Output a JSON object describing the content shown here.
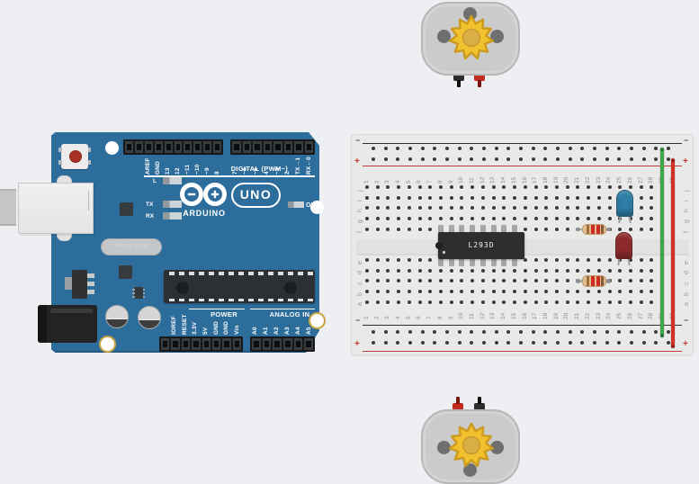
{
  "app": {
    "background": "#edeff3"
  },
  "arduino": {
    "logo_text": "ARDUINO",
    "board_label": "UNO",
    "digital_section_label": "DIGITAL (PWM~)",
    "power_section_label": "POWER",
    "analog_section_label": "ANALOG IN",
    "crystal_label": "SPX16.000G",
    "led_l_label": "L",
    "led_tx_label": "TX",
    "led_rx_label": "RX",
    "led_on_label": "ON",
    "digital_pins_left": [
      "AREF",
      "GND",
      "13",
      "12",
      "~11",
      "~10",
      "~9",
      "8"
    ],
    "digital_pins_right": [
      "7",
      "~6",
      "~5",
      "4",
      "~3",
      "2",
      "TX→1",
      "RX←0"
    ],
    "power_pins": [
      "IOREF",
      "RESET",
      "3.3V",
      "5V",
      "GND",
      "GND",
      "Vin"
    ],
    "analog_pins": [
      "A0",
      "A1",
      "A2",
      "A3",
      "A4",
      "A5"
    ],
    "board_color": "#2d6d9c"
  },
  "breadboard": {
    "column_start": 1,
    "column_count": 30,
    "row_letters_top": [
      "j",
      "i",
      "h",
      "g",
      "f"
    ],
    "row_letters_bottom": [
      "e",
      "d",
      "c",
      "b",
      "a"
    ],
    "minus_label": "−",
    "plus_label": "+",
    "rail_negative_color": "#2f2f2f",
    "rail_positive_color": "#c43b3b"
  },
  "components": {
    "ic": {
      "label": "L293D"
    },
    "led_blue": {
      "name": "blue LED",
      "color": "#2e7fa8"
    },
    "led_red": {
      "name": "red LED",
      "color": "#8f2a2a"
    },
    "resistors": [
      {
        "band_colors": [
          "#a2703d",
          "#cf2a24",
          "#cf2a24",
          "#8a5a33"
        ]
      },
      {
        "band_colors": [
          "#a2703d",
          "#cf2a24",
          "#cf2a24",
          "#8a5a33"
        ]
      }
    ],
    "wires": [
      {
        "color_name": "green",
        "color": "#3aa845"
      },
      {
        "color_name": "red",
        "color": "#d22f27"
      }
    ],
    "motors": [
      {
        "position": "top",
        "terminal_left": "black",
        "terminal_right": "red"
      },
      {
        "position": "bottom",
        "terminal_left": "red",
        "terminal_right": "black"
      }
    ],
    "gear_color": "#f2c12e"
  }
}
